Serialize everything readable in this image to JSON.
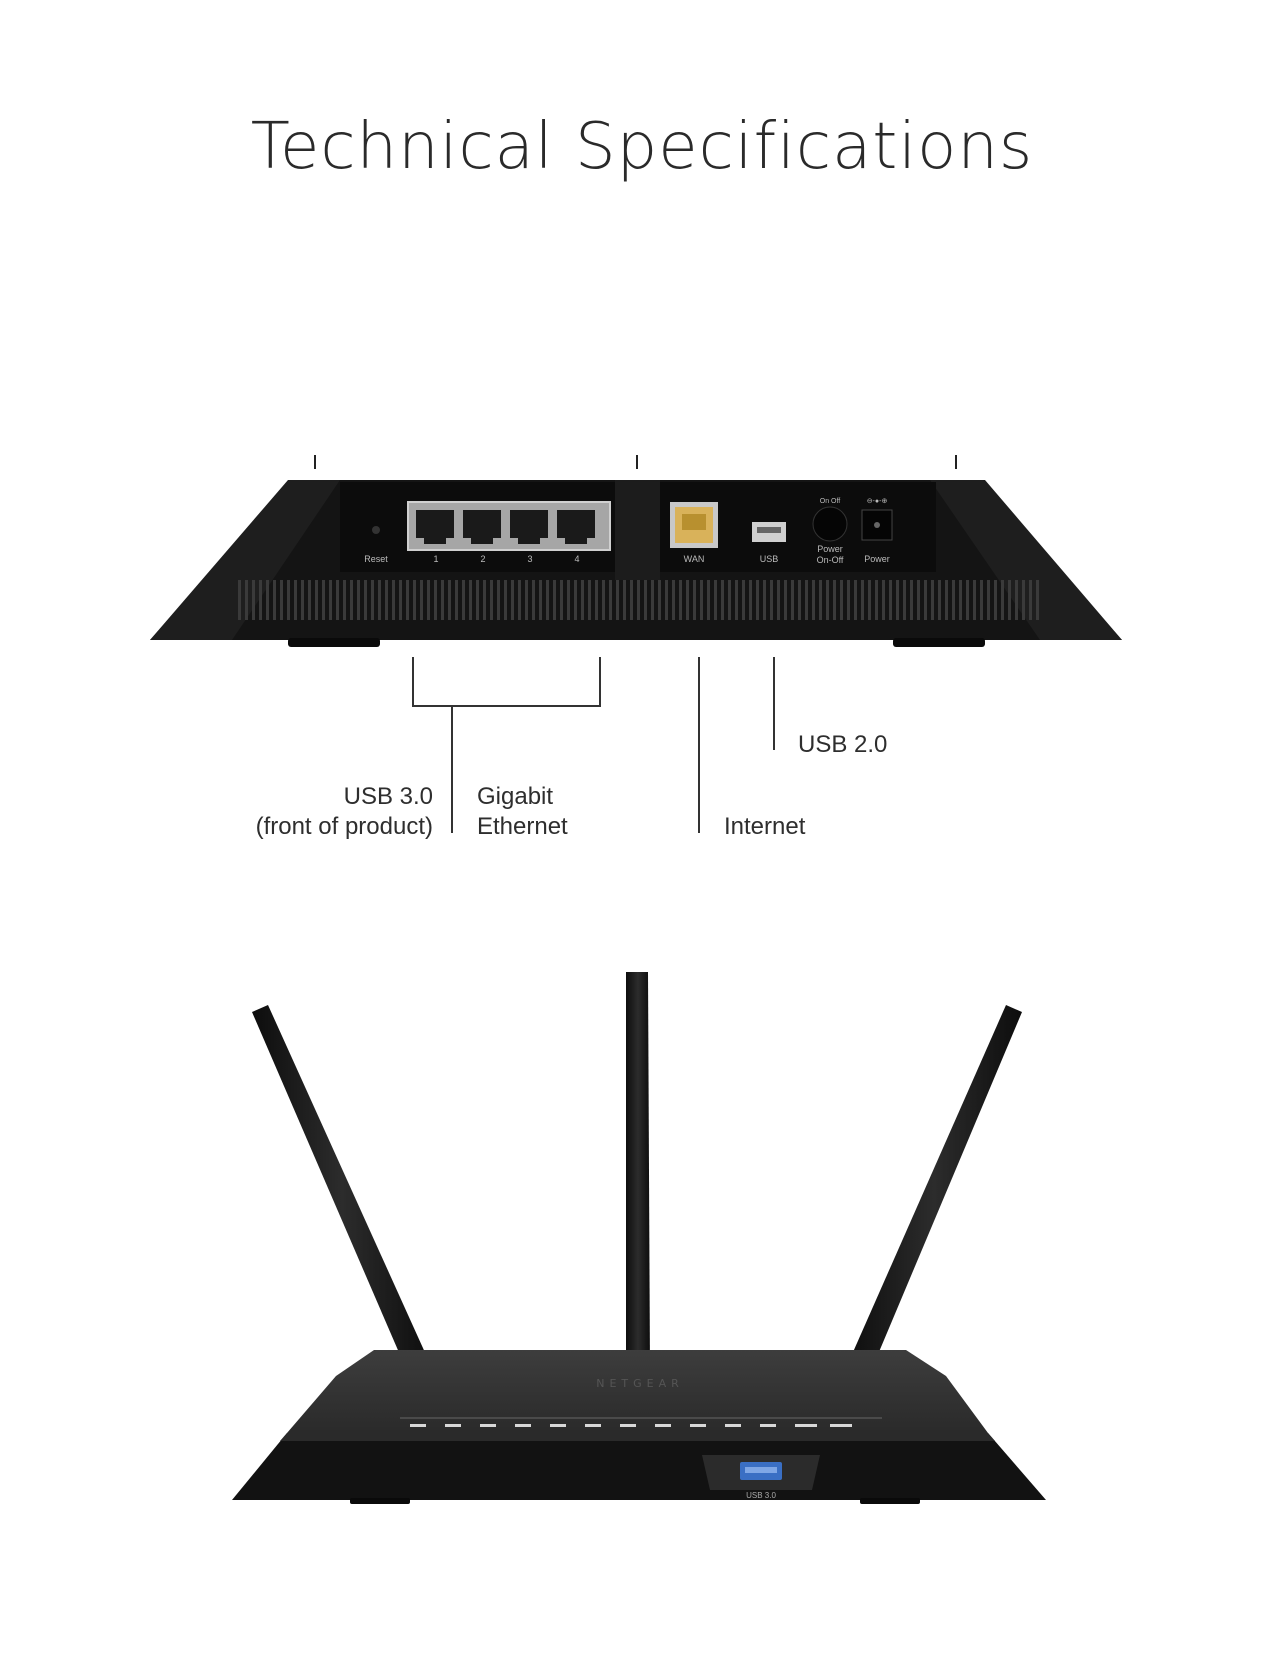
{
  "title": "Technical Specifications",
  "rear_panel": {
    "port_labels": {
      "reset": "Reset",
      "lan1": "1",
      "lan2": "2",
      "lan3": "3",
      "lan4": "4",
      "wan": "WAN",
      "usb": "USB",
      "power_switch_line1": "Power",
      "power_switch_line2": "On-Off",
      "power_switch_states": "On  Off",
      "power": "Power"
    }
  },
  "callouts": {
    "usb30_line1": "USB 3.0",
    "usb30_line2": "(front of product)",
    "gigabit_line1": "Gigabit",
    "gigabit_line2": "Ethernet",
    "internet": "Internet",
    "usb20": "USB 2.0"
  },
  "front_panel": {
    "brand": "NETGEAR",
    "usb_port_label": "USB 3.0"
  },
  "colors": {
    "router_body": "#1a1a1a",
    "router_top": "#333333",
    "wan_port": "#d9b25a",
    "usb3_port": "#3a6fc4",
    "leader_lines": "#333333"
  }
}
